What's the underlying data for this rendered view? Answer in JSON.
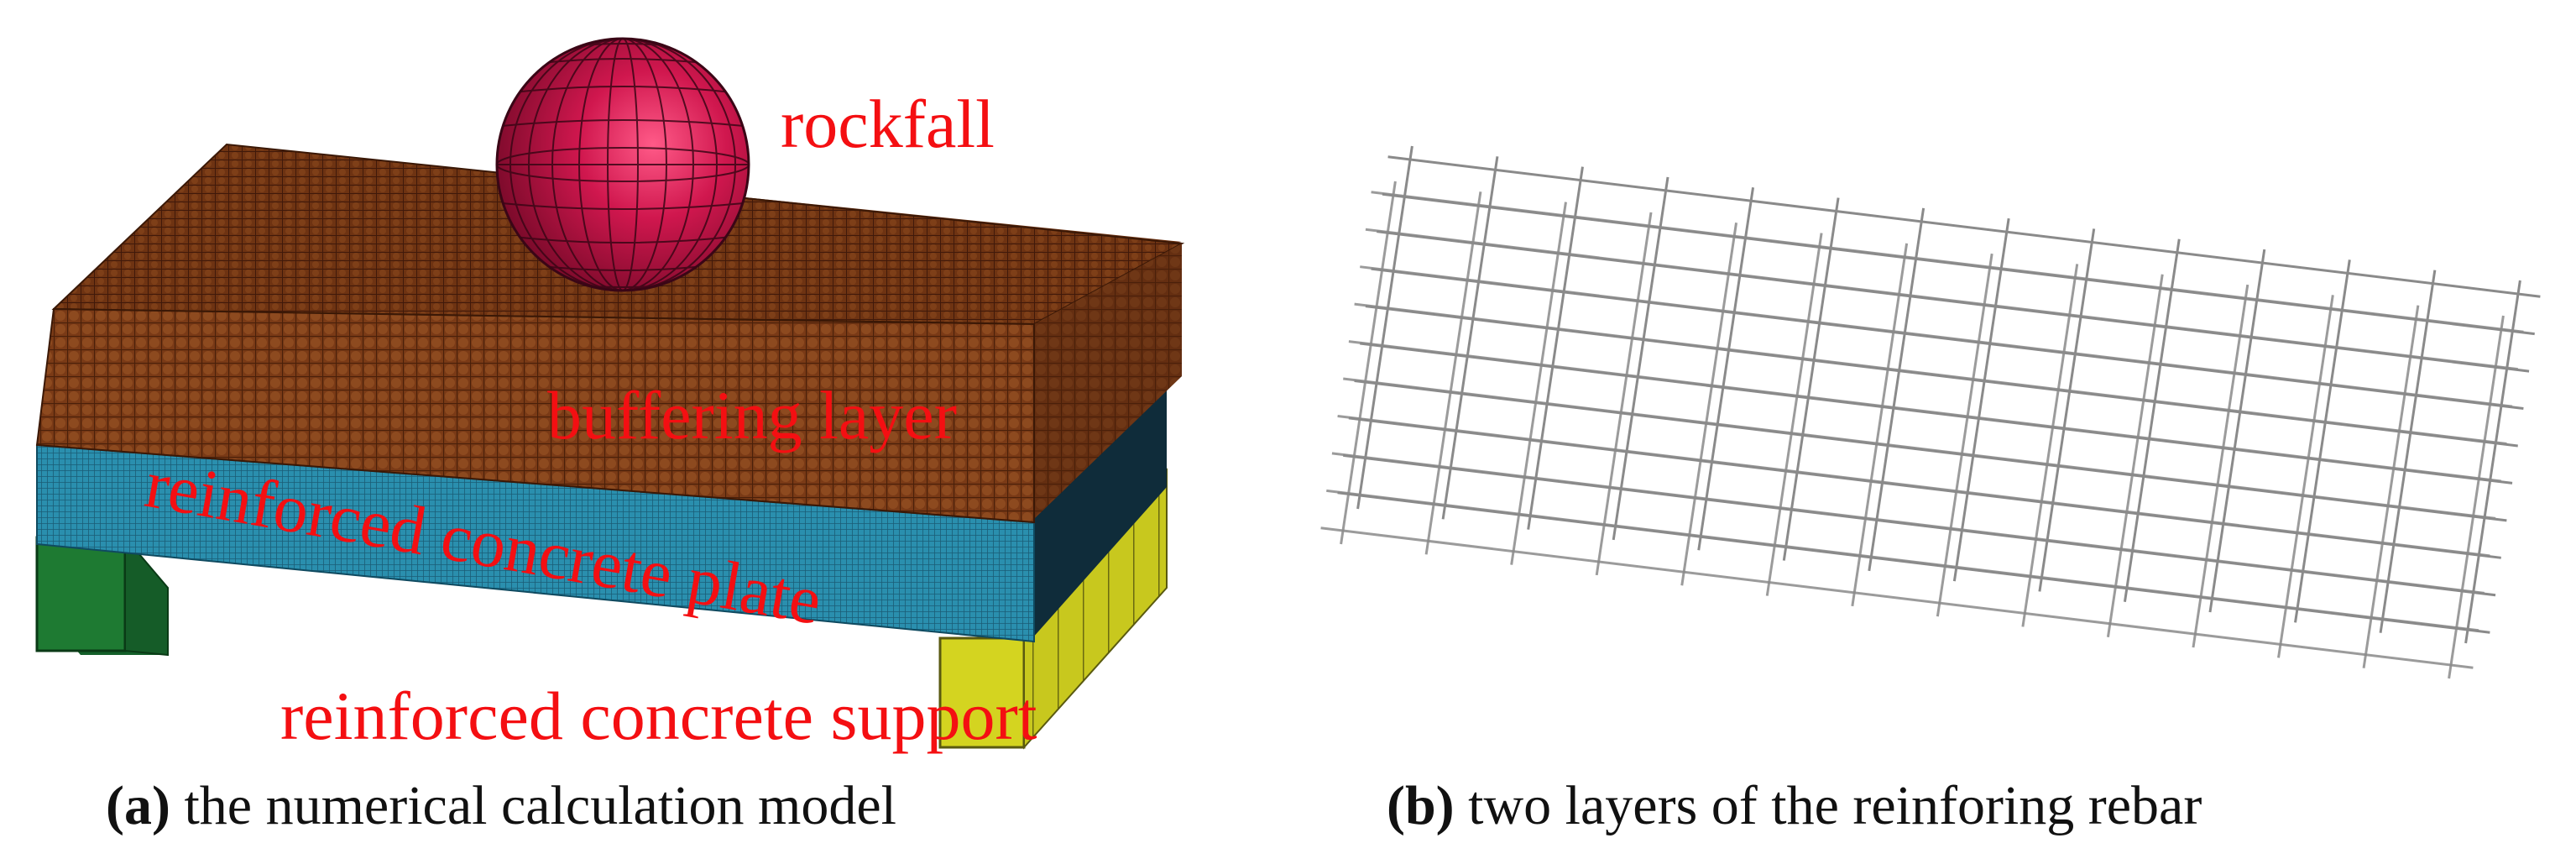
{
  "labels": {
    "rockfall": "rockfall",
    "buffering_layer": "buffering layer",
    "plate": "reinforced concrete plate",
    "support": "reinforced concrete support"
  },
  "captions": {
    "a_tag": "(a)",
    "a_text": " the numerical calculation model",
    "b_tag": "(b)",
    "b_text": " two layers of the reinforing rebar"
  },
  "colors": {
    "label_red": "#f40f12",
    "buffer_brown": "#7a3a16",
    "plate_blue": "#2a8fae",
    "support_green": "#1e7a32",
    "support_yellow": "#c8c81e",
    "rockfall_crimson": "#c8134a",
    "rebar_gray": "#8a8a8a"
  }
}
